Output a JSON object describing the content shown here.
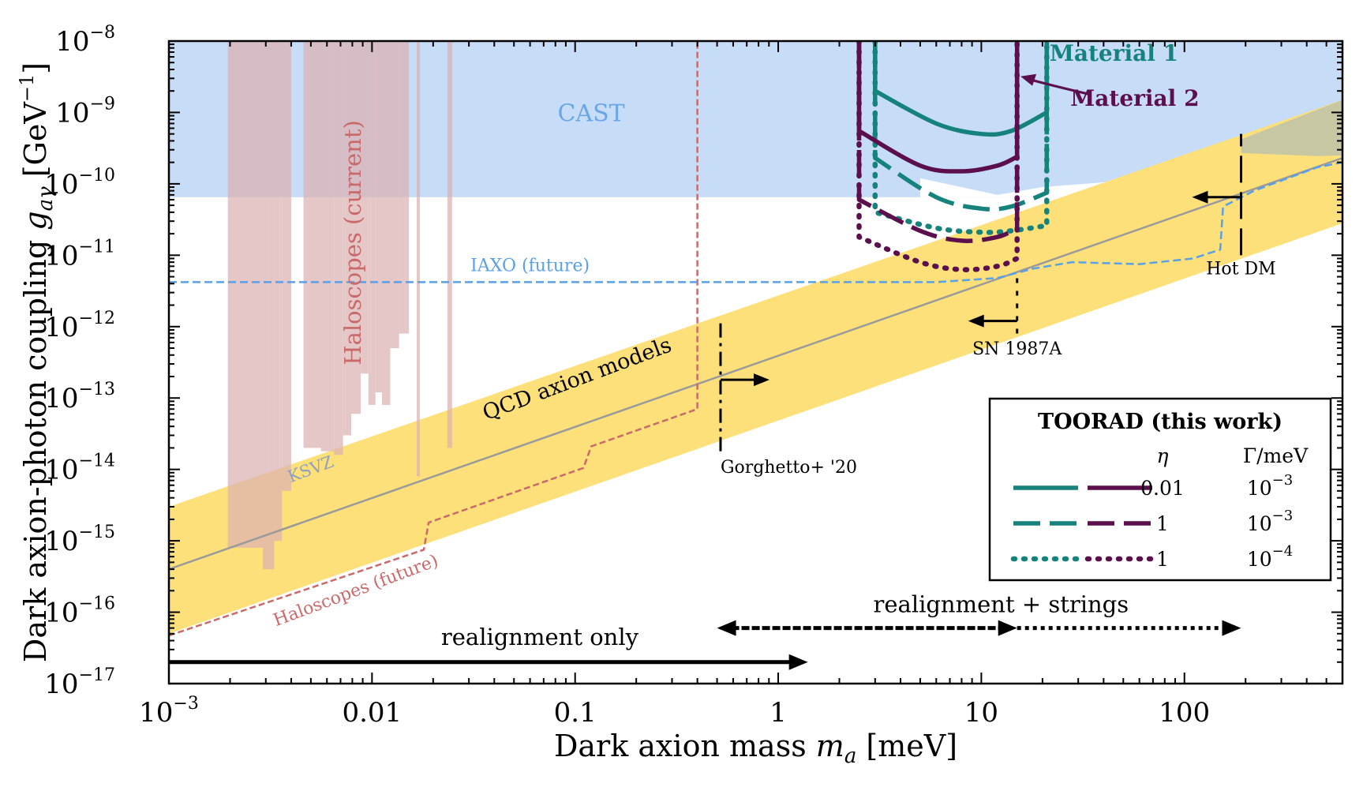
{
  "chart_data": {
    "type": "area",
    "x_scale": "log",
    "y_scale": "log",
    "xlim": [
      0.001,
      600
    ],
    "ylim": [
      1e-17,
      1e-08
    ],
    "xlabel": "Dark axion mass",
    "xlabel_symbol": "m",
    "xlabel_sub": "a",
    "xlabel_unit": "[meV]",
    "ylabel": "Dark axion-photon coupling",
    "ylabel_symbol": "g",
    "ylabel_sub": "aγ",
    "ylabel_unit_base": "[GeV",
    "ylabel_unit_exp": "−1",
    "ylabel_unit_close": "]",
    "x_ticks": [
      {
        "value": 0.001,
        "label": "10",
        "exp": "−3"
      },
      {
        "value": 0.01,
        "label": "0.01",
        "exp": ""
      },
      {
        "value": 0.1,
        "label": "0.1",
        "exp": ""
      },
      {
        "value": 1,
        "label": "1",
        "exp": ""
      },
      {
        "value": 10,
        "label": "10",
        "exp": ""
      },
      {
        "value": 100,
        "label": "100",
        "exp": ""
      }
    ],
    "y_ticks": [
      {
        "value": 1e-08,
        "label": "10",
        "exp": "−8"
      },
      {
        "value": 1e-09,
        "label": "10",
        "exp": "−9"
      },
      {
        "value": 1e-10,
        "label": "10",
        "exp": "−10"
      },
      {
        "value": 1e-11,
        "label": "10",
        "exp": "−11"
      },
      {
        "value": 1e-12,
        "label": "10",
        "exp": "−12"
      },
      {
        "value": 1e-13,
        "label": "10",
        "exp": "−13"
      },
      {
        "value": 1e-14,
        "label": "10",
        "exp": "−14"
      },
      {
        "value": 1e-15,
        "label": "10",
        "exp": "−15"
      },
      {
        "value": 1e-16,
        "label": "10",
        "exp": "−16"
      },
      {
        "value": 1e-17,
        "label": "10",
        "exp": "−17"
      }
    ],
    "colors": {
      "cast": "#c6dcf7",
      "qcd_band": "#fde07a",
      "hot_dm_fill": "#c8c7a4",
      "ksvz": "#9a9a9a",
      "haloscope_fill": "#dcb1b1",
      "haloscope_line": "#c96a6a",
      "iaxo": "#5aa0e6",
      "material1": "#16827c",
      "material2": "#5b0f4c",
      "black": "#000000"
    },
    "regions": {
      "cast": {
        "label": "CAST",
        "y_lower": 6.5e-11,
        "sensitivity_edge": [
          [
            5,
            1.2e-10
          ],
          [
            12,
            7e-11
          ],
          [
            20,
            9e-11
          ],
          [
            40,
            1.05e-10
          ],
          [
            70,
            1.7e-10
          ],
          [
            120,
            2.3e-10
          ],
          [
            250,
            2.4e-10
          ],
          [
            600,
            2.5e-10
          ]
        ]
      },
      "qcd_band": {
        "label": "QCD axion models",
        "upper": [
          [
            0.001,
            3e-15
          ],
          [
            600,
            1.5e-09
          ]
        ],
        "lower": [
          [
            0.001,
            5e-17
          ],
          [
            600,
            2.8e-11
          ]
        ]
      },
      "ksvz": {
        "label": "KSVZ",
        "points": [
          [
            0.001,
            4e-16
          ],
          [
            600,
            2.3e-10
          ]
        ]
      },
      "haloscopes_current": {
        "label": "Haloscopes (current)",
        "bars": [
          {
            "x1": 0.00195,
            "x2": 0.0029,
            "ybot": 8e-16
          },
          {
            "x1": 0.0029,
            "x2": 0.0031,
            "ybot": 4e-16
          },
          {
            "x1": 0.0031,
            "x2": 0.0033,
            "ybot": 4e-16
          },
          {
            "x1": 0.0033,
            "x2": 0.0036,
            "ybot": 1e-15
          },
          {
            "x1": 0.0036,
            "x2": 0.004,
            "ybot": 5e-15
          },
          {
            "x1": 0.0046,
            "x2": 0.0056,
            "ybot": 2e-14
          },
          {
            "x1": 0.0056,
            "x2": 0.0065,
            "ybot": 1.8e-14
          },
          {
            "x1": 0.0065,
            "x2": 0.0072,
            "ybot": 1.6e-14
          },
          {
            "x1": 0.0072,
            "x2": 0.0079,
            "ybot": 3e-14
          },
          {
            "x1": 0.0079,
            "x2": 0.0088,
            "ybot": 6e-14
          },
          {
            "x1": 0.0088,
            "x2": 0.0096,
            "ybot": 2.2e-13
          },
          {
            "x1": 0.0096,
            "x2": 0.0104,
            "ybot": 8e-14
          },
          {
            "x1": 0.0104,
            "x2": 0.0112,
            "ybot": 1.2e-13
          },
          {
            "x1": 0.0112,
            "x2": 0.0123,
            "ybot": 8e-14
          },
          {
            "x1": 0.0123,
            "x2": 0.0136,
            "ybot": 5e-13
          },
          {
            "x1": 0.0136,
            "x2": 0.0152,
            "ybot": 8e-13
          },
          {
            "x1": 0.0166,
            "x2": 0.0172,
            "ybot": 8e-15
          },
          {
            "x1": 0.0235,
            "x2": 0.0248,
            "ybot": 2e-14
          }
        ]
      },
      "haloscopes_future": {
        "label": "Haloscopes (future)",
        "points": [
          [
            0.001,
            4.7e-17
          ],
          [
            0.018,
            7.5e-16
          ],
          [
            0.019,
            1.8e-15
          ],
          [
            0.11,
            1.05e-14
          ],
          [
            0.12,
            2.1e-14
          ],
          [
            0.4,
            7e-14
          ],
          [
            0.4,
            1e-08
          ]
        ]
      },
      "iaxo": {
        "label": "IAXO (future)",
        "points": [
          [
            0.001,
            4.2e-12
          ],
          [
            6,
            4.2e-12
          ],
          [
            12,
            4.8e-12
          ],
          [
            18,
            6.5e-12
          ],
          [
            28,
            8e-12
          ],
          [
            60,
            7.5e-12
          ],
          [
            110,
            9e-12
          ],
          [
            150,
            1.2e-11
          ],
          [
            155,
            4.8e-11
          ],
          [
            220,
            8e-11
          ],
          [
            450,
            1.7e-10
          ],
          [
            600,
            2e-10
          ]
        ]
      }
    },
    "series": [
      {
        "name": "Material 1",
        "eta": "0.01",
        "gamma": "10",
        "gamma_exp": "−3",
        "style": "solid",
        "x_left": 3,
        "x_right": 21,
        "bottom": [
          [
            3,
            2e-09
          ],
          [
            6,
            7e-10
          ],
          [
            10,
            5e-10
          ],
          [
            14,
            5.5e-10
          ],
          [
            21,
            1e-09
          ]
        ]
      },
      {
        "name": "Material 1",
        "eta": "1",
        "gamma": "10",
        "gamma_exp": "−3",
        "style": "dashed",
        "x_left": 3,
        "x_right": 21,
        "bottom": [
          [
            3,
            2.3e-10
          ],
          [
            6,
            6.5e-11
          ],
          [
            10,
            4.5e-11
          ],
          [
            14,
            4.8e-11
          ],
          [
            21,
            7.5e-11
          ]
        ]
      },
      {
        "name": "Material 1",
        "eta": "1",
        "gamma": "10",
        "gamma_exp": "−4",
        "style": "dotted",
        "x_left": 3,
        "x_right": 21,
        "bottom": [
          [
            3,
            4e-11
          ],
          [
            6,
            2.4e-11
          ],
          [
            10,
            2.1e-11
          ],
          [
            14,
            2.2e-11
          ],
          [
            21,
            2.6e-11
          ]
        ]
      },
      {
        "name": "Material 2",
        "eta": "0.01",
        "gamma": "10",
        "gamma_exp": "−3",
        "style": "solid",
        "x_left": 2.5,
        "x_right": 15,
        "bottom": [
          [
            2.5,
            5.5e-10
          ],
          [
            5,
            1.8e-10
          ],
          [
            8,
            1.5e-10
          ],
          [
            12,
            1.8e-10
          ],
          [
            15,
            2.4e-10
          ]
        ]
      },
      {
        "name": "Material 2",
        "eta": "1",
        "gamma": "10",
        "gamma_exp": "−3",
        "style": "dashed",
        "x_left": 2.5,
        "x_right": 15,
        "bottom": [
          [
            2.5,
            6e-11
          ],
          [
            5,
            2.2e-11
          ],
          [
            8,
            1.6e-11
          ],
          [
            12,
            1.8e-11
          ],
          [
            15,
            2.4e-11
          ]
        ]
      },
      {
        "name": "Material 2",
        "eta": "1",
        "gamma": "10",
        "gamma_exp": "−4",
        "style": "dotted",
        "x_left": 2.5,
        "x_right": 15,
        "bottom": [
          [
            2.5,
            1.8e-11
          ],
          [
            5,
            8e-12
          ],
          [
            8,
            6.3e-12
          ],
          [
            12,
            7e-12
          ],
          [
            15,
            9e-12
          ]
        ]
      }
    ],
    "bounds": [
      {
        "label": "Gorghetto+ '20",
        "x": 0.52,
        "y_range": [
          1.8e-14,
          1.3e-12
        ],
        "style": "dashdot",
        "arrow": "right",
        "arrow_y": 1.8e-13
      },
      {
        "label": "SN 1987A",
        "x": 15,
        "y_range": [
          8e-13,
          5.5e-12
        ],
        "style": "dotted",
        "arrow": "left",
        "arrow_y": 1.2e-12
      },
      {
        "label": "Hot DM",
        "x": 190,
        "y_range": [
          1e-11,
          5e-10
        ],
        "style": "dashed",
        "arrow": "left",
        "arrow_y": 6.5e-11
      }
    ],
    "scenario_arrows": [
      {
        "label": "realignment only",
        "x_from": 0.001,
        "x_to": 1.4,
        "y": 2e-17,
        "style": "solid",
        "heads": "right"
      },
      {
        "label": "realignment + strings",
        "x_from": 0.5,
        "x_to": 15,
        "y": 6e-17,
        "style": "dense",
        "heads": "both"
      },
      {
        "label": "",
        "x_from": 15,
        "x_to": 190,
        "y": 6e-17,
        "style": "dotted",
        "heads": "right"
      }
    ],
    "legend": {
      "title": "TOORAD (this work)",
      "col_eta": "η",
      "col_gamma": "Γ/meV",
      "placement": "lower-right",
      "rows": [
        {
          "eta": "0.01",
          "gamma": "10",
          "gamma_exp": "−3",
          "style": "solid"
        },
        {
          "eta": "1",
          "gamma": "10",
          "gamma_exp": "−3",
          "style": "dashed"
        },
        {
          "eta": "1",
          "gamma": "10",
          "gamma_exp": "−4",
          "style": "dotted"
        }
      ]
    }
  }
}
